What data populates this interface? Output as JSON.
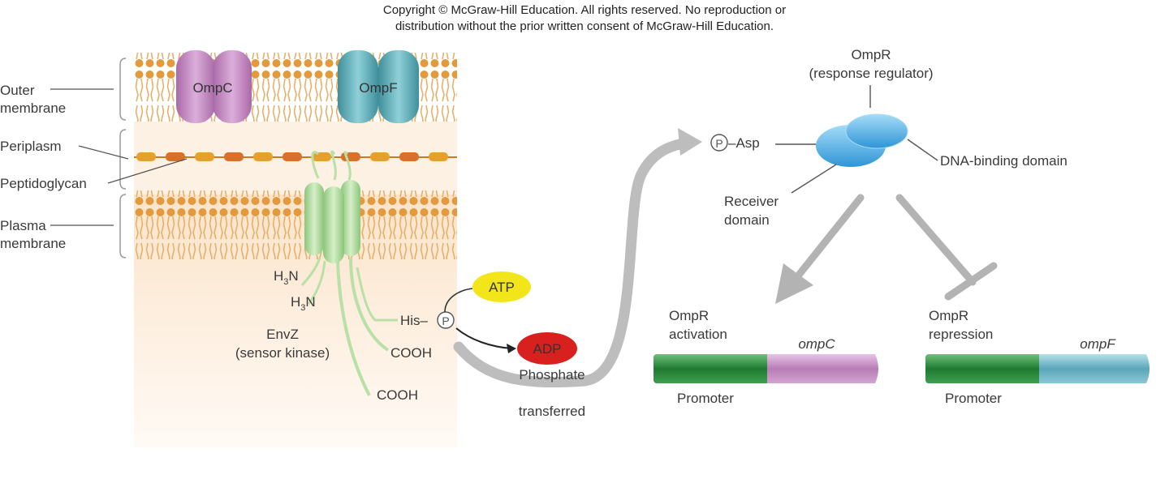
{
  "copyright": {
    "line1": "Copyright © McGraw-Hill Education.  All rights reserved. No reproduction or",
    "line2": "distribution without the prior written consent of McGraw-Hill Education."
  },
  "membrane_labels": {
    "outer_1": "Outer",
    "outer_2": "membrane",
    "periplasm": "Periplasm",
    "peptidoglycan": "Peptidoglycan",
    "plasma_1": "Plasma",
    "plasma_2": "membrane"
  },
  "porins": {
    "ompc": "OmpC",
    "ompf": "OmpF"
  },
  "envz": {
    "h3n_1_pre": "H",
    "h3n_1_sub": "3",
    "h3n_1_post": "N",
    "h3n_2_pre": "H",
    "h3n_2_sub": "3",
    "h3n_2_post": "N",
    "his": "His–",
    "p": "P",
    "name": "EnvZ",
    "role": "(sensor kinase)",
    "cooh_1": "COOH",
    "cooh_2": "COOH"
  },
  "phosphoryl": {
    "atp": "ATP",
    "adp": "ADP",
    "phosphate": "Phosphate",
    "transferred": "transferred"
  },
  "ompr": {
    "name": "OmpR",
    "role": "(response regulator)",
    "p": "P",
    "asp": "–Asp",
    "dna_binding": "DNA-binding domain",
    "receiver_1": "Receiver",
    "receiver_2": "domain"
  },
  "genes": {
    "activation_1": "OmpR",
    "activation_2": "activation",
    "ompc_gene": "ompC",
    "promoter_1": "Promoter",
    "repression_1": "OmpR",
    "repression_2": "repression",
    "ompf_gene": "ompF",
    "promoter_2": "Promoter"
  },
  "colors": {
    "lipid": "#e6a64a",
    "ompc": "#c98fc8",
    "ompf": "#6fb3bd",
    "envz": "#b9e0a6",
    "atp": "#f2e61a",
    "adp": "#d8211f",
    "ompr": "#3ba6e4",
    "promoter": "#2b8f3c",
    "arrow": "#b3b3b3"
  }
}
